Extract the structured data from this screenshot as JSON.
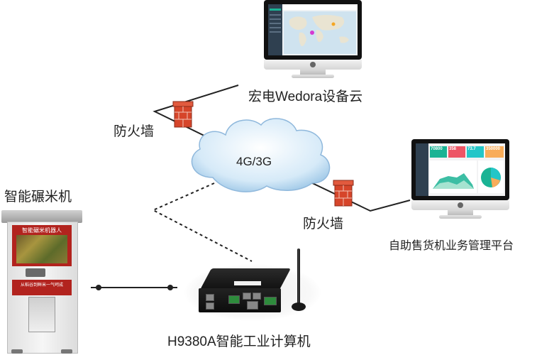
{
  "cloud": {
    "text": "4G/3G"
  },
  "labels": {
    "cloud_platform": "宏电Wedora设备云",
    "firewall_left": "防火墙",
    "firewall_right": "防火墙",
    "kiosk": "智能碾米机",
    "vending_platform": "自助售货机业务管理平台",
    "router": "H9380A智能工业计算机"
  },
  "kiosk": {
    "screen_title": "智能碾米机器人",
    "red_text": "从稻谷到鲜米一气呵成"
  },
  "dashboard": {
    "stats": [
      "70800",
      "358",
      "73.7",
      "350000"
    ],
    "stat_colors": [
      "#1ab394",
      "#ed5565",
      "#23c6c8",
      "#f8ac59"
    ]
  },
  "colors": {
    "firewall_brick": "#d6452a",
    "cloud_fill": "#cfe6f7",
    "cloud_edge": "#8fb8dc",
    "line": "#222222"
  }
}
